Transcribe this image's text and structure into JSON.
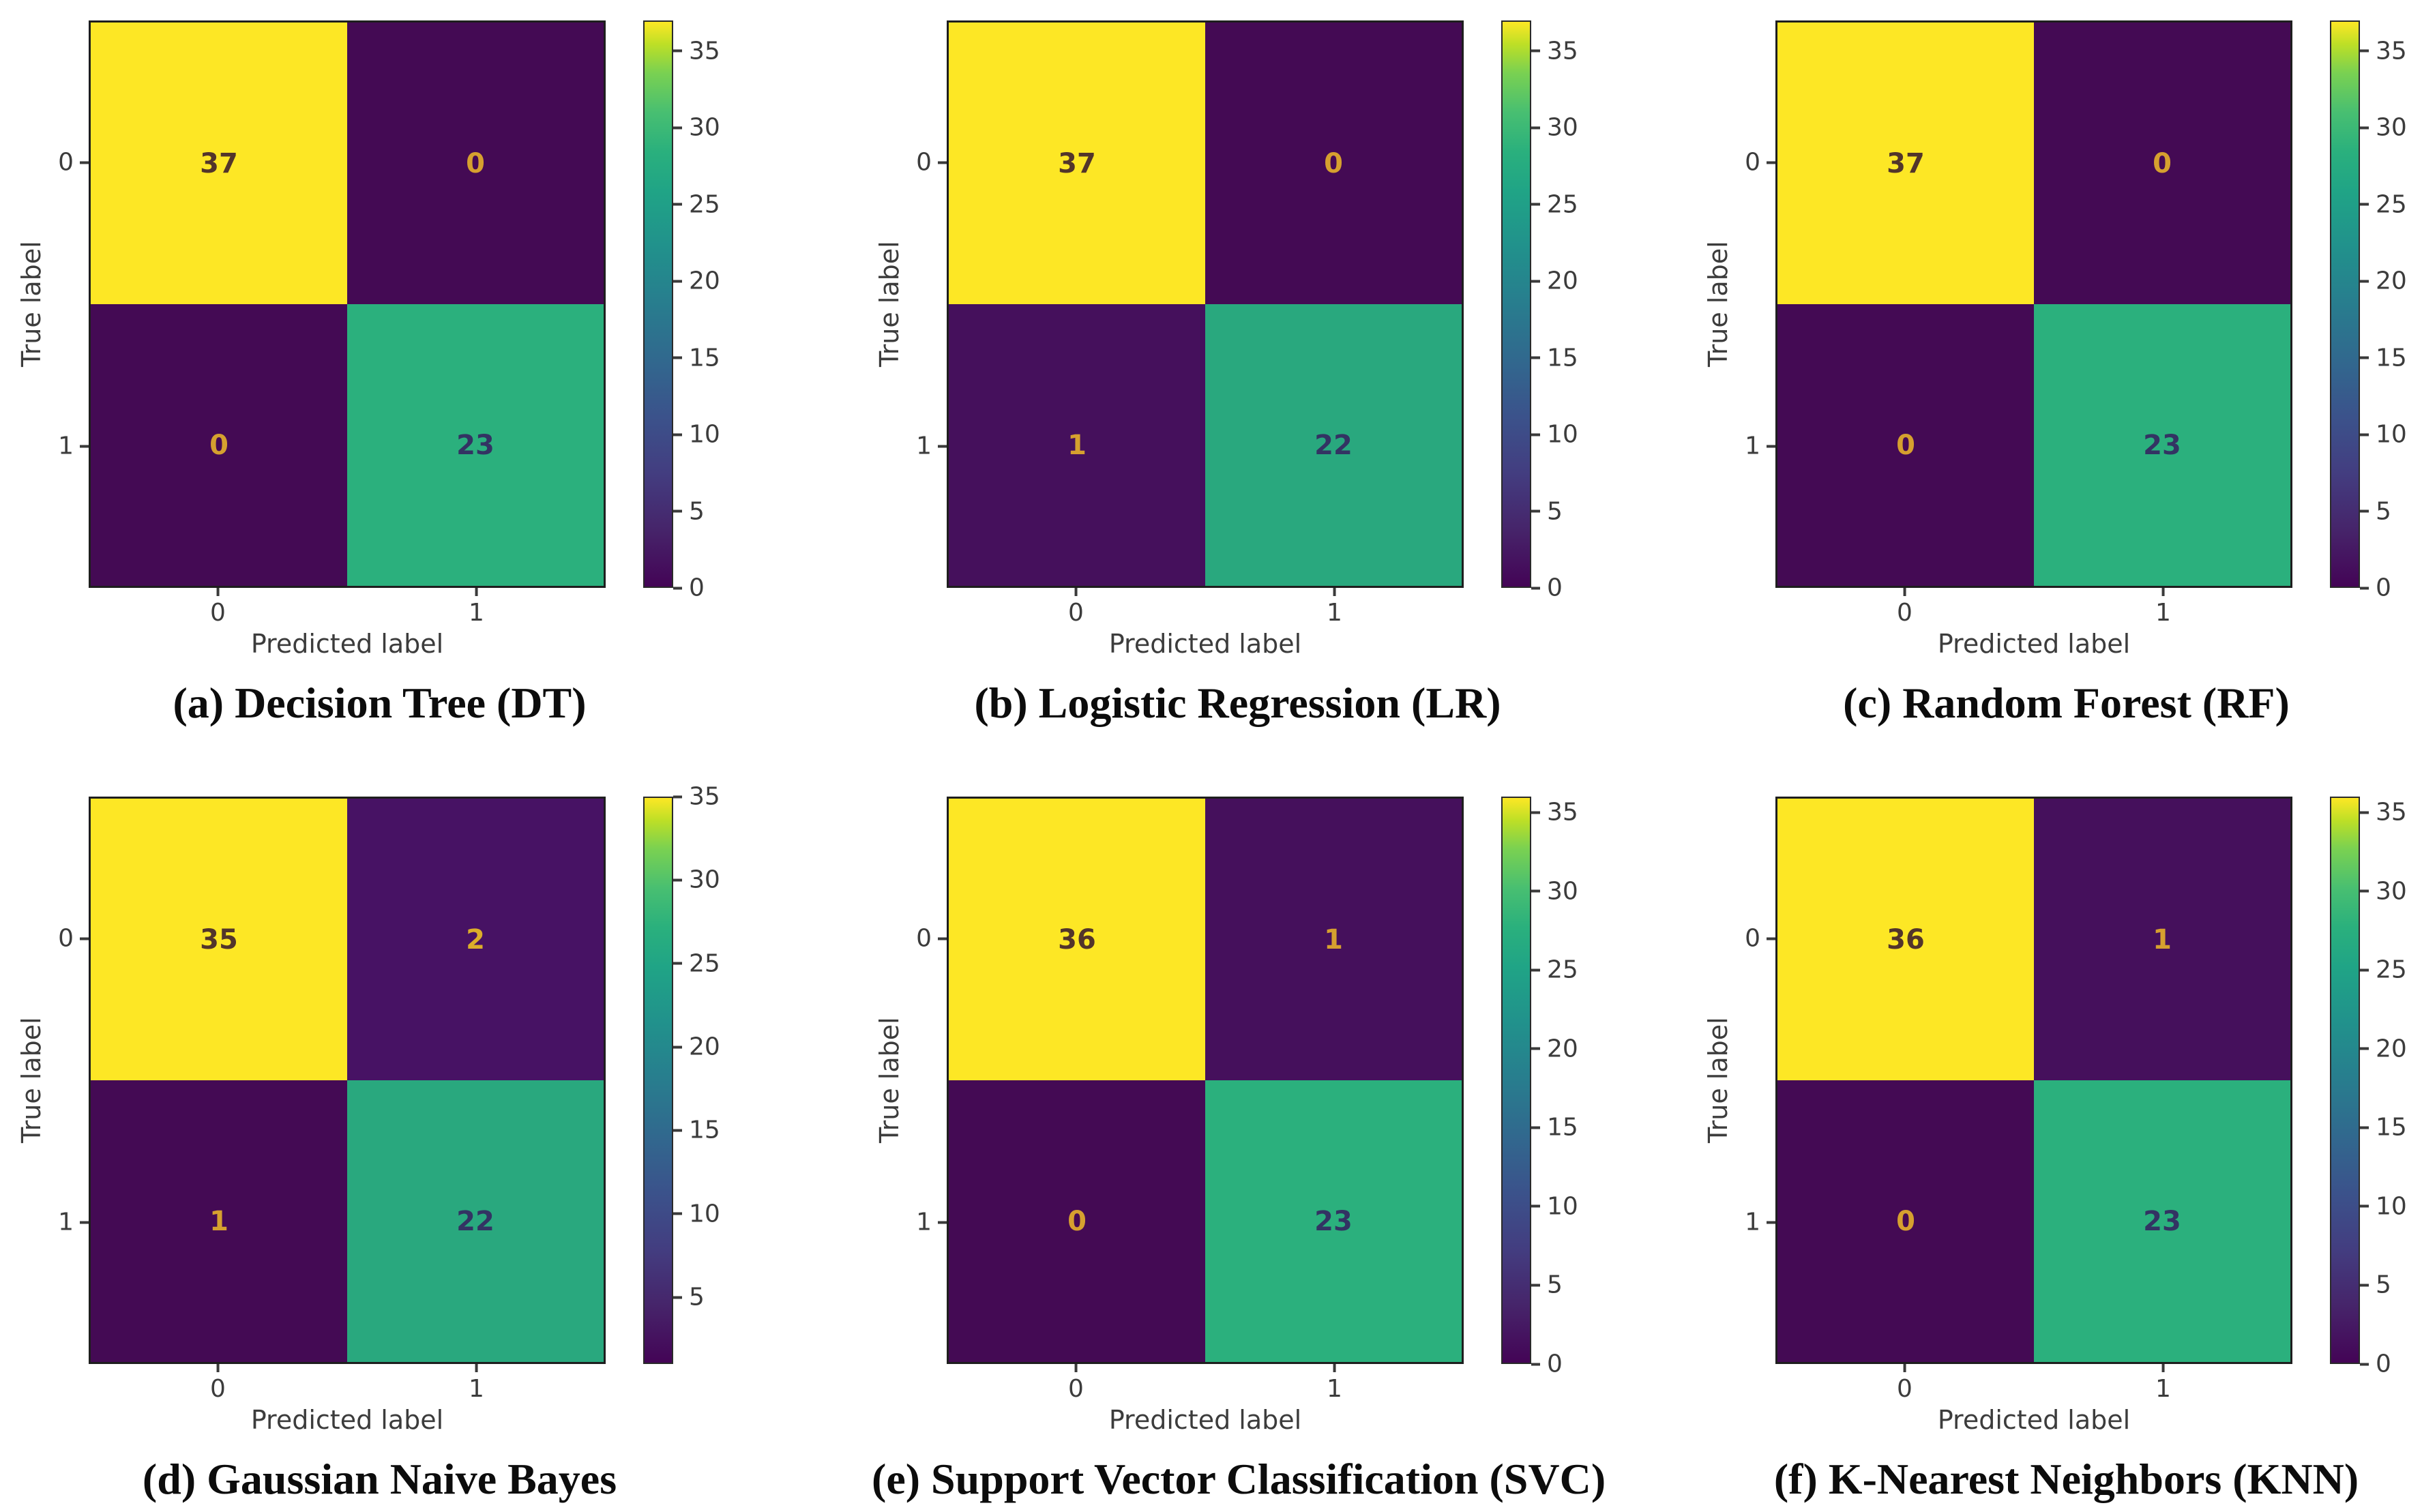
{
  "figure": {
    "background": "#ffffff",
    "axis_text_color": "#3c3c3c",
    "colormap": "viridis",
    "viridis_min_color": "#440a54",
    "viridis_max_color": "#fde725",
    "annotation_gold_color": "#d6a02f"
  },
  "chart_data": [
    {
      "id": "a",
      "type": "heatmap",
      "caption": "(a) Decision Tree (DT)",
      "classifier": "Decision Tree (DT)",
      "xlabel": "Predicted label",
      "ylabel": "True label",
      "xticklabels": [
        "0",
        "1"
      ],
      "yticklabels": [
        "0",
        "1"
      ],
      "matrix": [
        [
          37,
          0
        ],
        [
          0,
          23
        ]
      ],
      "cells": [
        {
          "value": 37,
          "bg": "#fde725",
          "fg": "#52352b"
        },
        {
          "value": 0,
          "bg": "#440a54",
          "fg": "#d6a02f"
        },
        {
          "value": 0,
          "bg": "#440a54",
          "fg": "#d6a02f"
        },
        {
          "value": 23,
          "bg": "#2bb07d",
          "fg": "#333363"
        }
      ],
      "colorbar": {
        "vmin": 0,
        "vmax": 37,
        "ticks": [
          0,
          5,
          10,
          15,
          20,
          25,
          30,
          35
        ]
      }
    },
    {
      "id": "b",
      "type": "heatmap",
      "caption": "(b) Logistic Regression (LR)",
      "classifier": "Logistic Regression (LR)",
      "xlabel": "Predicted label",
      "ylabel": "True label",
      "xticklabels": [
        "0",
        "1"
      ],
      "yticklabels": [
        "0",
        "1"
      ],
      "matrix": [
        [
          37,
          0
        ],
        [
          1,
          22
        ]
      ],
      "cells": [
        {
          "value": 37,
          "bg": "#fde725",
          "fg": "#52352b"
        },
        {
          "value": 0,
          "bg": "#440a54",
          "fg": "#d6a02f"
        },
        {
          "value": 1,
          "bg": "#45105c",
          "fg": "#d6a02f"
        },
        {
          "value": 22,
          "bg": "#29a87e",
          "fg": "#333363"
        }
      ],
      "colorbar": {
        "vmin": 0,
        "vmax": 37,
        "ticks": [
          0,
          5,
          10,
          15,
          20,
          25,
          30,
          35
        ]
      }
    },
    {
      "id": "c",
      "type": "heatmap",
      "caption": "(c) Random Forest (RF)",
      "classifier": "Random Forest (RF)",
      "xlabel": "Predicted label",
      "ylabel": "True label",
      "xticklabels": [
        "0",
        "1"
      ],
      "yticklabels": [
        "0",
        "1"
      ],
      "matrix": [
        [
          37,
          0
        ],
        [
          0,
          23
        ]
      ],
      "cells": [
        {
          "value": 37,
          "bg": "#fde725",
          "fg": "#52352b"
        },
        {
          "value": 0,
          "bg": "#440a54",
          "fg": "#d6a02f"
        },
        {
          "value": 0,
          "bg": "#440a54",
          "fg": "#d6a02f"
        },
        {
          "value": 23,
          "bg": "#2bb07d",
          "fg": "#333363"
        }
      ],
      "colorbar": {
        "vmin": 0,
        "vmax": 37,
        "ticks": [
          0,
          5,
          10,
          15,
          20,
          25,
          30,
          35
        ]
      }
    },
    {
      "id": "d",
      "type": "heatmap",
      "caption": "(d) Gaussian Naive Bayes",
      "classifier": "Gaussian Naive Bayes",
      "xlabel": "Predicted label",
      "ylabel": "True label",
      "xticklabels": [
        "0",
        "1"
      ],
      "yticklabels": [
        "0",
        "1"
      ],
      "matrix": [
        [
          35,
          2
        ],
        [
          1,
          22
        ]
      ],
      "cells": [
        {
          "value": 35,
          "bg": "#fde725",
          "fg": "#52352b"
        },
        {
          "value": 2,
          "bg": "#471264",
          "fg": "#dcae2a"
        },
        {
          "value": 1,
          "bg": "#440a54",
          "fg": "#d6a02f"
        },
        {
          "value": 22,
          "bg": "#29a87e",
          "fg": "#333363"
        }
      ],
      "colorbar": {
        "vmin": 1,
        "vmax": 35,
        "ticks": [
          5,
          10,
          15,
          20,
          25,
          30,
          35
        ]
      }
    },
    {
      "id": "e",
      "type": "heatmap",
      "caption": "(e) Support Vector Classification (SVC)",
      "classifier": "Support Vector Classification (SVC)",
      "xlabel": "Predicted label",
      "ylabel": "True label",
      "xticklabels": [
        "0",
        "1"
      ],
      "yticklabels": [
        "0",
        "1"
      ],
      "matrix": [
        [
          36,
          1
        ],
        [
          0,
          23
        ]
      ],
      "cells": [
        {
          "value": 36,
          "bg": "#fde725",
          "fg": "#52352b"
        },
        {
          "value": 1,
          "bg": "#45105c",
          "fg": "#d6a02f"
        },
        {
          "value": 0,
          "bg": "#440a54",
          "fg": "#d6a02f"
        },
        {
          "value": 23,
          "bg": "#2bb07d",
          "fg": "#333363"
        }
      ],
      "colorbar": {
        "vmin": 0,
        "vmax": 36,
        "ticks": [
          0,
          5,
          10,
          15,
          20,
          25,
          30,
          35
        ]
      }
    },
    {
      "id": "f",
      "type": "heatmap",
      "caption": "(f) K-Nearest Neighbors (KNN)",
      "classifier": "K-Nearest Neighbors (KNN)",
      "xlabel": "Predicted label",
      "ylabel": "True label",
      "xticklabels": [
        "0",
        "1"
      ],
      "yticklabels": [
        "0",
        "1"
      ],
      "matrix": [
        [
          36,
          1
        ],
        [
          0,
          23
        ]
      ],
      "cells": [
        {
          "value": 36,
          "bg": "#fde725",
          "fg": "#52352b"
        },
        {
          "value": 1,
          "bg": "#45105c",
          "fg": "#d6a02f"
        },
        {
          "value": 0,
          "bg": "#440a54",
          "fg": "#d6a02f"
        },
        {
          "value": 23,
          "bg": "#2bb07d",
          "fg": "#333363"
        }
      ],
      "colorbar": {
        "vmin": 0,
        "vmax": 36,
        "ticks": [
          0,
          5,
          10,
          15,
          20,
          25,
          30,
          35
        ]
      }
    }
  ]
}
